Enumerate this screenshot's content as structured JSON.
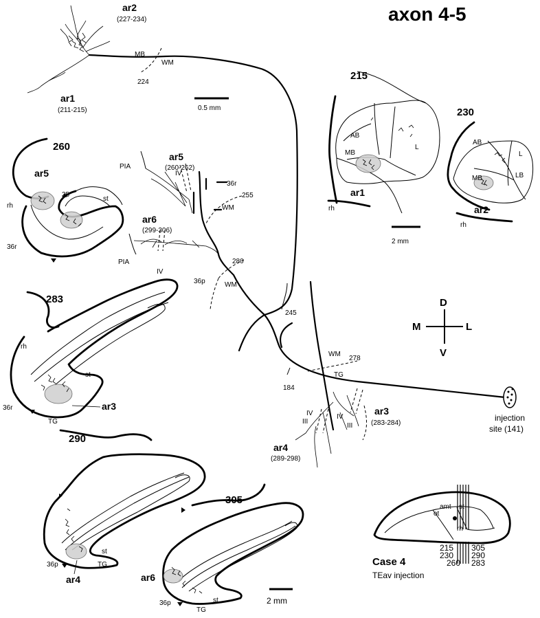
{
  "title": "axon 4-5",
  "arbors": {
    "ar1": {
      "name": "ar1",
      "range": "(211-215)"
    },
    "ar2": {
      "name": "ar2",
      "range": "(227-234)"
    },
    "ar3": {
      "name": "ar3",
      "range": "(283-284)"
    },
    "ar4": {
      "name": "ar4",
      "range": "(289-298)"
    },
    "ar5": {
      "name": "ar5",
      "range": "(260-262)"
    },
    "ar6": {
      "name": "ar6",
      "range": "(299-306)"
    }
  },
  "labels": {
    "mb": "MB",
    "wm": "WM",
    "pia": "PIA",
    "iv": "IV",
    "iii": "III",
    "tg": "TG",
    "rh": "rh",
    "st": "st",
    "r36": "36r",
    "p36": "36p",
    "ab": "AB",
    "lb": "LB",
    "l": "L",
    "n35": "35",
    "amt": "amt",
    "ot": "ot"
  },
  "section_numbers": {
    "s184": "184",
    "s215": "215",
    "s224": "224",
    "s230": "230",
    "s245": "245",
    "s255": "255",
    "s260": "260",
    "s278": "278",
    "s280": "280",
    "s283": "283",
    "s290": "290",
    "s305": "305"
  },
  "scale_bars": {
    "axon": "0.5 mm",
    "sections_top": "2 mm",
    "sections_bottom": "2 mm"
  },
  "orientation": {
    "d": "D",
    "v": "V",
    "m": "M",
    "l": "L"
  },
  "injection": {
    "line1": "injection",
    "line2": "site (141)"
  },
  "case": {
    "title": "Case 4",
    "subtitle": "TEav injection",
    "levels_left": [
      "215",
      "230",
      "260"
    ],
    "levels_right": [
      "305",
      "290",
      "283"
    ]
  }
}
